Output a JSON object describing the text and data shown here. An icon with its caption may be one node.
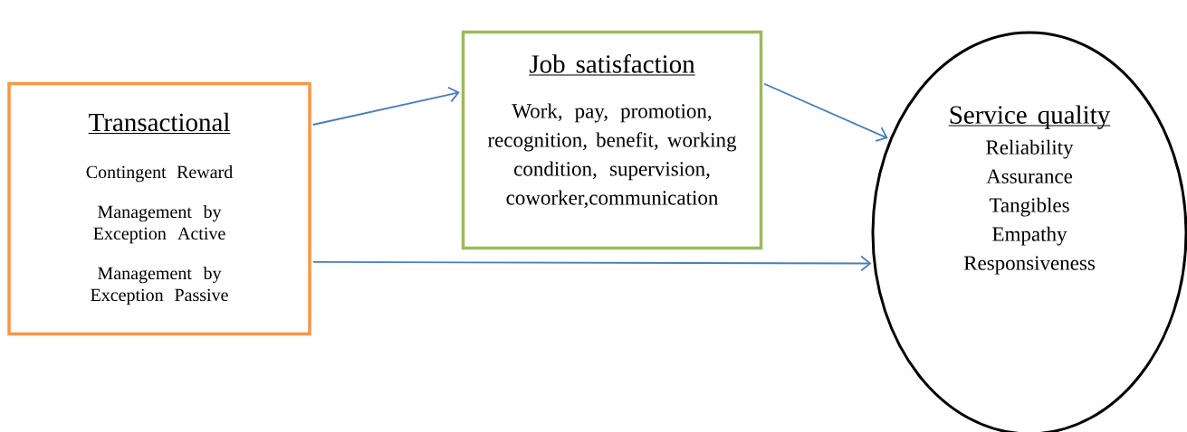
{
  "diagram": {
    "nodes": [
      {
        "text": [
          "Transactional",
          "Contingent Reward",
          "Management by Exception Active",
          "Management by Exception Passive"
        ]
      },
      {
        "text": [
          "Job satisfaction",
          "Work, pay, promotion, recognition, benefit, working condition, supervision, coworker,communication"
        ]
      },
      {
        "text": [
          "Service quality",
          "Reliability",
          "Assurance",
          "Tangibles",
          "Empathy",
          "Responsiveness"
        ]
      }
    ],
    "edges": [
      {
        "from": 0,
        "to": 1,
        "arrow": "to"
      },
      {
        "from": 1,
        "to": 2,
        "arrow": "to"
      },
      {
        "from": 0,
        "to": 2,
        "arrow": "to"
      }
    ]
  }
}
